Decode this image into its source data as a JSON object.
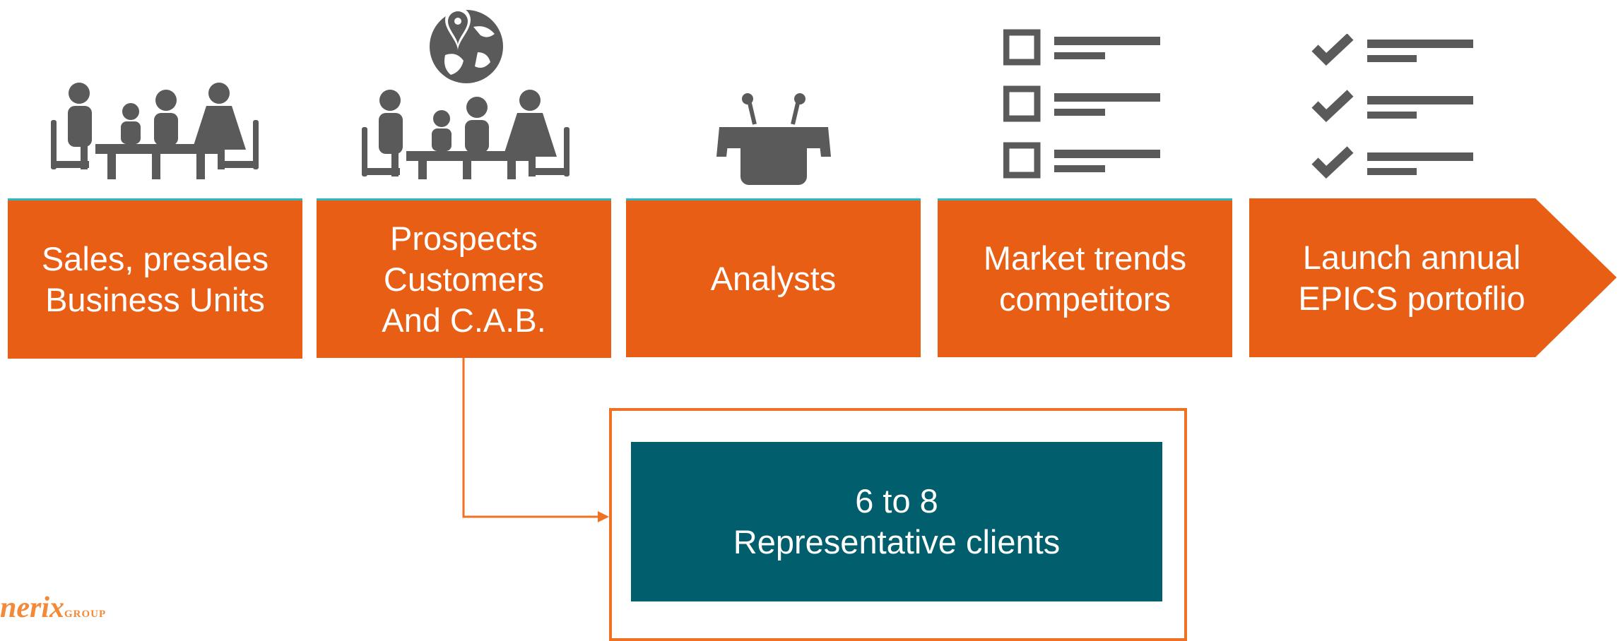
{
  "stages": [
    {
      "lines": [
        "Sales, presales",
        "Business Units"
      ]
    },
    {
      "lines": [
        "Prospects",
        "Customers",
        "And C.A.B."
      ]
    },
    {
      "lines": [
        "Analysts"
      ]
    },
    {
      "lines": [
        "Market trends",
        "competitors"
      ]
    },
    {
      "lines": [
        "Launch annual",
        "EPICS portoflio"
      ]
    }
  ],
  "detail_box": {
    "line1": "6  to 8",
    "line2": "Representative clients"
  },
  "icons": [
    "meeting-table-icon",
    "globe-meeting-icon",
    "podium-icon",
    "checkbox-list-icon",
    "checkmark-list-icon"
  ],
  "logo": {
    "text": "nerix",
    "suffix": "GROUP"
  },
  "colors": {
    "stage_fill": "#e85e14",
    "icon_gray": "#5a5a5a",
    "teal": "#015e6c",
    "outline": "#ee7124",
    "top_accent": "#2bb6c3"
  }
}
